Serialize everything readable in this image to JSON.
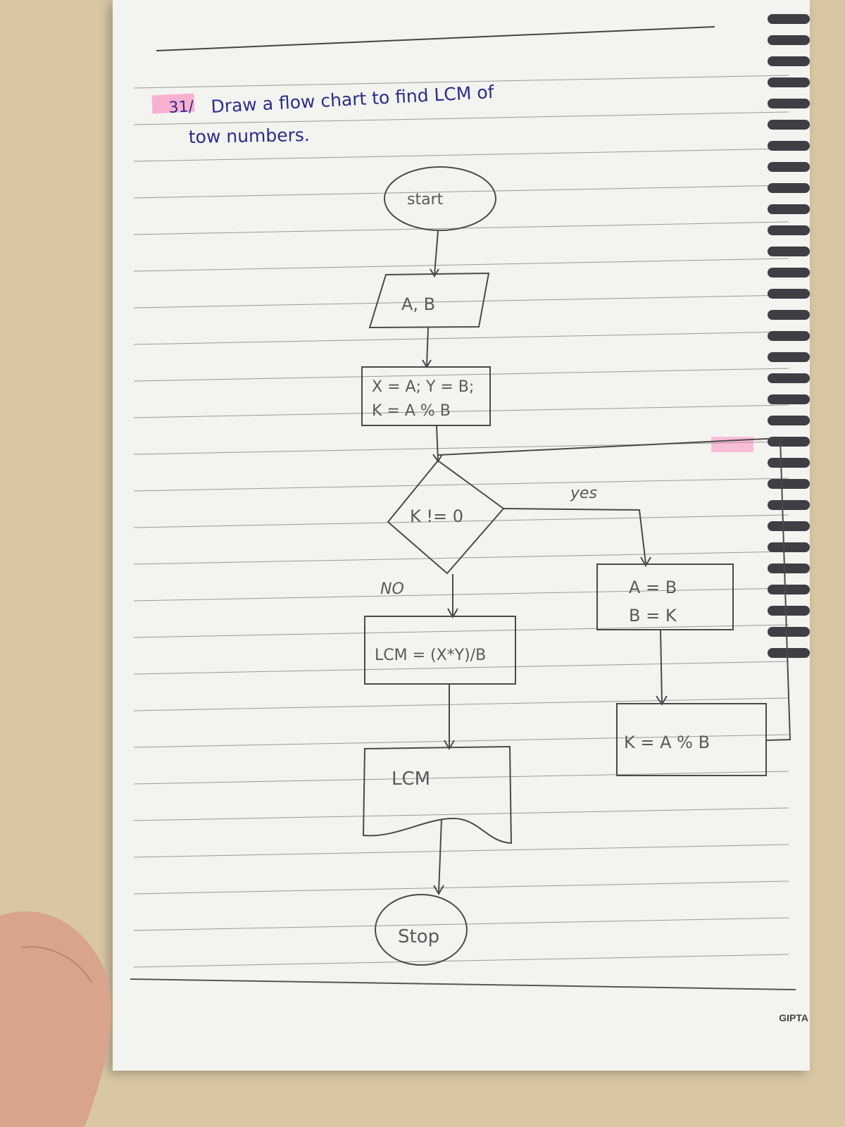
{
  "heading": {
    "number": "31/",
    "line1": "Draw a flow chart to find LCM of",
    "line2": "tow numbers."
  },
  "flowchart": {
    "start": "start",
    "input": "A, B",
    "init_line1": "X = A; Y = B;",
    "init_line2": "K = A % B",
    "decision": "K != 0",
    "yes": "yes",
    "no": "NO",
    "swap_line1": "A = B",
    "swap_line2": "B = K",
    "update": "K = A % B",
    "compute": "LCM = (X*Y)/B",
    "output": "LCM",
    "stop": "Stop"
  },
  "brand": "GIPTA",
  "colors": {
    "ink": "#2b2b8c",
    "pencil": "#5a5a5a",
    "highlight": "#ff5fa8",
    "paper": "#f3f3f0",
    "desk": "#d9c7a3"
  }
}
